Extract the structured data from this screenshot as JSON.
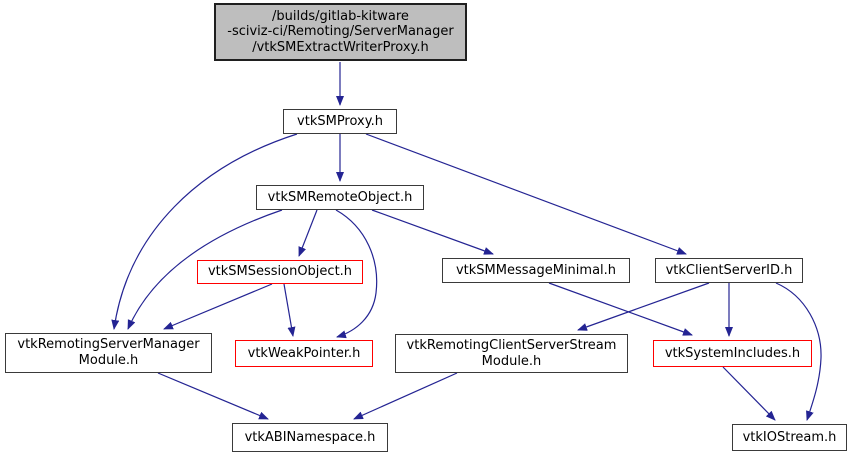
{
  "diagram": {
    "kind": "include-dependency-graph",
    "colors": {
      "edge": "#242493",
      "main_node_fill": "#bebebe",
      "node_border": "#3a3a3a",
      "truncated_node_border": "#ff0000",
      "background": "#ffffff",
      "text": "#000000"
    },
    "nodes": {
      "main": {
        "label": "/builds/gitlab-kitware\n-sciviz-ci/Remoting/ServerManager\n/vtkSMExtractWriterProxy.h",
        "style": "main"
      },
      "sm_proxy": {
        "label": "vtkSMProxy.h",
        "style": "normal"
      },
      "sm_remote_object": {
        "label": "vtkSMRemoteObject.h",
        "style": "normal"
      },
      "sm_session_object": {
        "label": "vtkSMSessionObject.h",
        "style": "red"
      },
      "sm_message_minimal": {
        "label": "vtkSMMessageMinimal.h",
        "style": "normal"
      },
      "client_server_id": {
        "label": "vtkClientServerID.h",
        "style": "normal"
      },
      "remoting_server_manager_module": {
        "label": "vtkRemotingServerManager\nModule.h",
        "style": "normal"
      },
      "weak_pointer": {
        "label": "vtkWeakPointer.h",
        "style": "red"
      },
      "remoting_client_server_stream_module": {
        "label": "vtkRemotingClientServerStream\nModule.h",
        "style": "normal"
      },
      "system_includes": {
        "label": "vtkSystemIncludes.h",
        "style": "red"
      },
      "abi_namespace": {
        "label": "vtkABINamespace.h",
        "style": "normal"
      },
      "io_stream": {
        "label": "vtkIOStream.h",
        "style": "normal"
      }
    },
    "edges": [
      {
        "from": "main",
        "to": "sm_proxy"
      },
      {
        "from": "sm_proxy",
        "to": "sm_remote_object"
      },
      {
        "from": "sm_proxy",
        "to": "remoting_server_manager_module"
      },
      {
        "from": "sm_proxy",
        "to": "client_server_id"
      },
      {
        "from": "sm_remote_object",
        "to": "sm_session_object"
      },
      {
        "from": "sm_remote_object",
        "to": "remoting_server_manager_module"
      },
      {
        "from": "sm_remote_object",
        "to": "weak_pointer"
      },
      {
        "from": "sm_remote_object",
        "to": "sm_message_minimal"
      },
      {
        "from": "sm_session_object",
        "to": "remoting_server_manager_module"
      },
      {
        "from": "sm_session_object",
        "to": "weak_pointer"
      },
      {
        "from": "sm_message_minimal",
        "to": "system_includes"
      },
      {
        "from": "client_server_id",
        "to": "remoting_client_server_stream_module"
      },
      {
        "from": "client_server_id",
        "to": "system_includes"
      },
      {
        "from": "client_server_id",
        "to": "io_stream"
      },
      {
        "from": "remoting_server_manager_module",
        "to": "abi_namespace"
      },
      {
        "from": "remoting_client_server_stream_module",
        "to": "abi_namespace"
      },
      {
        "from": "system_includes",
        "to": "io_stream"
      }
    ]
  }
}
